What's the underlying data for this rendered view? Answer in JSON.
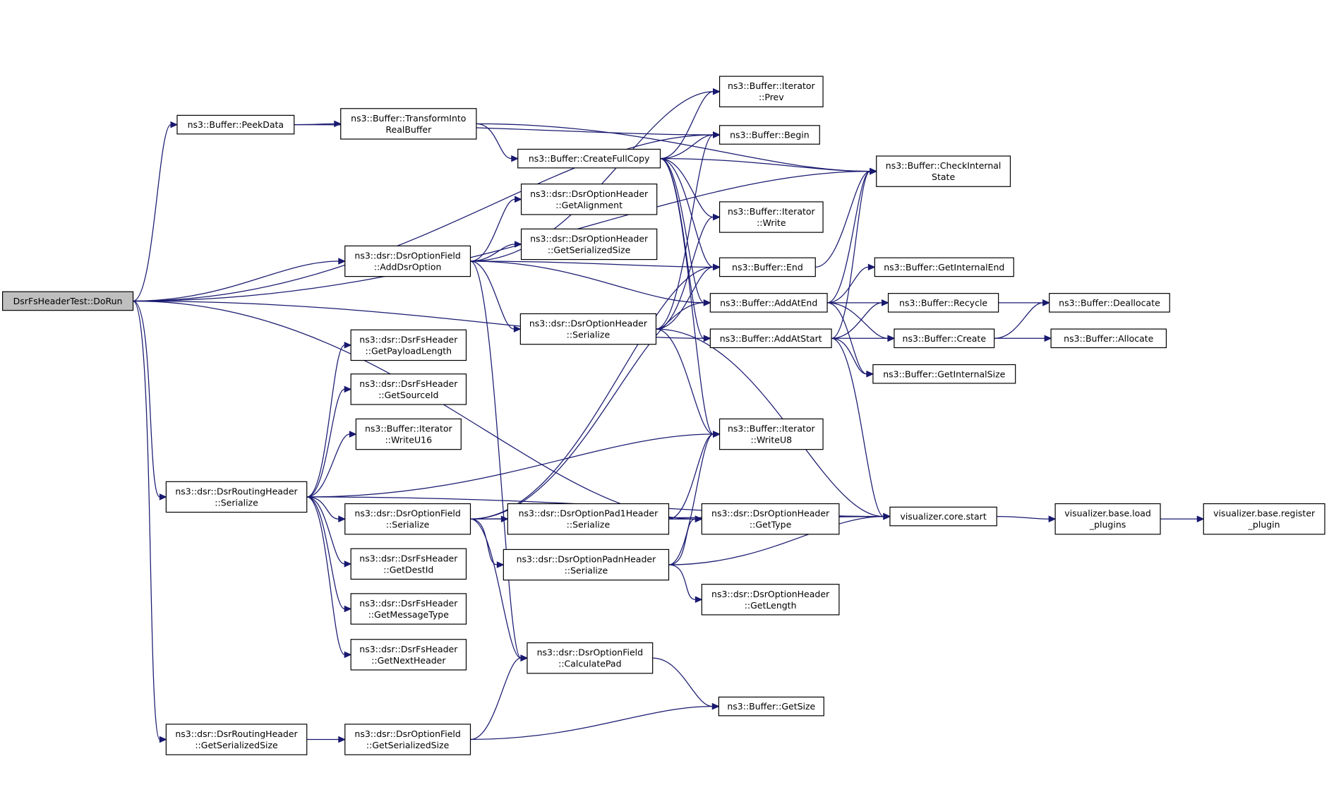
{
  "graph": {
    "nodes": [
      {
        "id": "n0",
        "lines": [
          "DsrFsHeaderTest::DoRun"
        ],
        "root": true
      },
      {
        "id": "n1",
        "lines": [
          "ns3::Buffer::PeekData"
        ]
      },
      {
        "id": "n2",
        "lines": [
          "ns3::Buffer::TransformInto",
          "RealBuffer"
        ]
      },
      {
        "id": "n3",
        "lines": [
          "ns3::Buffer::Iterator",
          "::Prev"
        ]
      },
      {
        "id": "n4",
        "lines": [
          "ns3::Buffer::Begin"
        ]
      },
      {
        "id": "n5",
        "lines": [
          "ns3::Buffer::CreateFullCopy"
        ]
      },
      {
        "id": "n6",
        "lines": [
          "ns3::Buffer::CheckInternal",
          "State"
        ]
      },
      {
        "id": "n7",
        "lines": [
          "ns3::dsr::DsrOptionHeader",
          "::GetAlignment"
        ]
      },
      {
        "id": "n8",
        "lines": [
          "ns3::Buffer::Iterator",
          "::Write"
        ]
      },
      {
        "id": "n9",
        "lines": [
          "ns3::dsr::DsrOptionHeader",
          "::GetSerializedSize"
        ]
      },
      {
        "id": "n10",
        "lines": [
          "ns3::dsr::DsrOptionField",
          "::AddDsrOption"
        ]
      },
      {
        "id": "n11",
        "lines": [
          "ns3::Buffer::End"
        ]
      },
      {
        "id": "n12",
        "lines": [
          "ns3::Buffer::GetInternalEnd"
        ]
      },
      {
        "id": "n13",
        "lines": [
          "ns3::Buffer::AddAtEnd"
        ]
      },
      {
        "id": "n14",
        "lines": [
          "ns3::Buffer::Recycle"
        ]
      },
      {
        "id": "n15",
        "lines": [
          "ns3::Buffer::Deallocate"
        ]
      },
      {
        "id": "n16",
        "lines": [
          "ns3::dsr::DsrOptionHeader",
          "::Serialize"
        ]
      },
      {
        "id": "n17",
        "lines": [
          "ns3::Buffer::AddAtStart"
        ]
      },
      {
        "id": "n18",
        "lines": [
          "ns3::Buffer::Create"
        ]
      },
      {
        "id": "n19",
        "lines": [
          "ns3::Buffer::Allocate"
        ]
      },
      {
        "id": "n20",
        "lines": [
          "ns3::dsr::DsrFsHeader",
          "::GetPayloadLength"
        ]
      },
      {
        "id": "n21",
        "lines": [
          "ns3::Buffer::GetInternalSize"
        ]
      },
      {
        "id": "n22",
        "lines": [
          "ns3::dsr::DsrFsHeader",
          "::GetSourceId"
        ]
      },
      {
        "id": "n23",
        "lines": [
          "ns3::Buffer::Iterator",
          "::WriteU16"
        ]
      },
      {
        "id": "n24",
        "lines": [
          "ns3::Buffer::Iterator",
          "::WriteU8"
        ]
      },
      {
        "id": "n25",
        "lines": [
          "ns3::dsr::DsrRoutingHeader",
          "::Serialize"
        ]
      },
      {
        "id": "n26",
        "lines": [
          "ns3::dsr::DsrOptionField",
          "::Serialize"
        ]
      },
      {
        "id": "n27",
        "lines": [
          "ns3::dsr::DsrOptionPad1Header",
          "::Serialize"
        ]
      },
      {
        "id": "n28",
        "lines": [
          "ns3::dsr::DsrOptionHeader",
          "::GetType"
        ]
      },
      {
        "id": "n29",
        "lines": [
          "visualizer.core.start"
        ]
      },
      {
        "id": "n30",
        "lines": [
          "visualizer.base.load",
          "_plugins"
        ]
      },
      {
        "id": "n31",
        "lines": [
          "visualizer.base.register",
          "_plugin"
        ]
      },
      {
        "id": "n32",
        "lines": [
          "ns3::dsr::DsrFsHeader",
          "::GetDestId"
        ]
      },
      {
        "id": "n33",
        "lines": [
          "ns3::dsr::DsrOptionPadnHeader",
          "::Serialize"
        ]
      },
      {
        "id": "n34",
        "lines": [
          "ns3::dsr::DsrOptionHeader",
          "::GetLength"
        ]
      },
      {
        "id": "n35",
        "lines": [
          "ns3::dsr::DsrFsHeader",
          "::GetMessageType"
        ]
      },
      {
        "id": "n36",
        "lines": [
          "ns3::dsr::DsrFsHeader",
          "::GetNextHeader"
        ]
      },
      {
        "id": "n37",
        "lines": [
          "ns3::dsr::DsrOptionField",
          "::CalculatePad"
        ]
      },
      {
        "id": "n38",
        "lines": [
          "ns3::Buffer::GetSize"
        ]
      },
      {
        "id": "n39",
        "lines": [
          "ns3::dsr::DsrRoutingHeader",
          "::GetSerializedSize"
        ]
      },
      {
        "id": "n40",
        "lines": [
          "ns3::dsr::DsrOptionField",
          "::GetSerializedSize"
        ]
      }
    ],
    "edges": [
      {
        "from": "n0",
        "to": "n1"
      },
      {
        "from": "n0",
        "to": "n4"
      },
      {
        "from": "n0",
        "to": "n6"
      },
      {
        "from": "n0",
        "to": "n10"
      },
      {
        "from": "n0",
        "to": "n17"
      },
      {
        "from": "n0",
        "to": "n25"
      },
      {
        "from": "n0",
        "to": "n28"
      },
      {
        "from": "n0",
        "to": "n39"
      },
      {
        "from": "n1",
        "to": "n2"
      },
      {
        "from": "n1",
        "to": "n4"
      },
      {
        "from": "n2",
        "to": "n5"
      },
      {
        "from": "n2",
        "to": "n6"
      },
      {
        "from": "n5",
        "to": "n3"
      },
      {
        "from": "n5",
        "to": "n4"
      },
      {
        "from": "n5",
        "to": "n6"
      },
      {
        "from": "n5",
        "to": "n8"
      },
      {
        "from": "n5",
        "to": "n11"
      },
      {
        "from": "n5",
        "to": "n13"
      },
      {
        "from": "n5",
        "to": "n17"
      },
      {
        "from": "n5",
        "to": "n24"
      },
      {
        "from": "n10",
        "to": "n3"
      },
      {
        "from": "n10",
        "to": "n7"
      },
      {
        "from": "n10",
        "to": "n9"
      },
      {
        "from": "n10",
        "to": "n11"
      },
      {
        "from": "n10",
        "to": "n13"
      },
      {
        "from": "n10",
        "to": "n16"
      },
      {
        "from": "n10",
        "to": "n37"
      },
      {
        "from": "n11",
        "to": "n6"
      },
      {
        "from": "n13",
        "to": "n6"
      },
      {
        "from": "n13",
        "to": "n12"
      },
      {
        "from": "n13",
        "to": "n14"
      },
      {
        "from": "n13",
        "to": "n18"
      },
      {
        "from": "n13",
        "to": "n21"
      },
      {
        "from": "n14",
        "to": "n15"
      },
      {
        "from": "n16",
        "to": "n4"
      },
      {
        "from": "n16",
        "to": "n8"
      },
      {
        "from": "n16",
        "to": "n11"
      },
      {
        "from": "n16",
        "to": "n24"
      },
      {
        "from": "n16",
        "to": "n29"
      },
      {
        "from": "n17",
        "to": "n6"
      },
      {
        "from": "n17",
        "to": "n14"
      },
      {
        "from": "n17",
        "to": "n18"
      },
      {
        "from": "n17",
        "to": "n21"
      },
      {
        "from": "n17",
        "to": "n29"
      },
      {
        "from": "n18",
        "to": "n15"
      },
      {
        "from": "n18",
        "to": "n19"
      },
      {
        "from": "n25",
        "to": "n20"
      },
      {
        "from": "n25",
        "to": "n22"
      },
      {
        "from": "n25",
        "to": "n23"
      },
      {
        "from": "n25",
        "to": "n24"
      },
      {
        "from": "n25",
        "to": "n26"
      },
      {
        "from": "n25",
        "to": "n32"
      },
      {
        "from": "n25",
        "to": "n35"
      },
      {
        "from": "n25",
        "to": "n36"
      },
      {
        "from": "n25",
        "to": "n29"
      },
      {
        "from": "n26",
        "to": "n11"
      },
      {
        "from": "n26",
        "to": "n13"
      },
      {
        "from": "n26",
        "to": "n27"
      },
      {
        "from": "n26",
        "to": "n33"
      },
      {
        "from": "n26",
        "to": "n37"
      },
      {
        "from": "n26",
        "to": "n29"
      },
      {
        "from": "n27",
        "to": "n24"
      },
      {
        "from": "n27",
        "to": "n28"
      },
      {
        "from": "n27",
        "to": "n29"
      },
      {
        "from": "n33",
        "to": "n24"
      },
      {
        "from": "n33",
        "to": "n28"
      },
      {
        "from": "n33",
        "to": "n34"
      },
      {
        "from": "n33",
        "to": "n29"
      },
      {
        "from": "n29",
        "to": "n30"
      },
      {
        "from": "n30",
        "to": "n31"
      },
      {
        "from": "n37",
        "to": "n38"
      },
      {
        "from": "n39",
        "to": "n40"
      },
      {
        "from": "n40",
        "to": "n37"
      },
      {
        "from": "n40",
        "to": "n38"
      }
    ]
  }
}
